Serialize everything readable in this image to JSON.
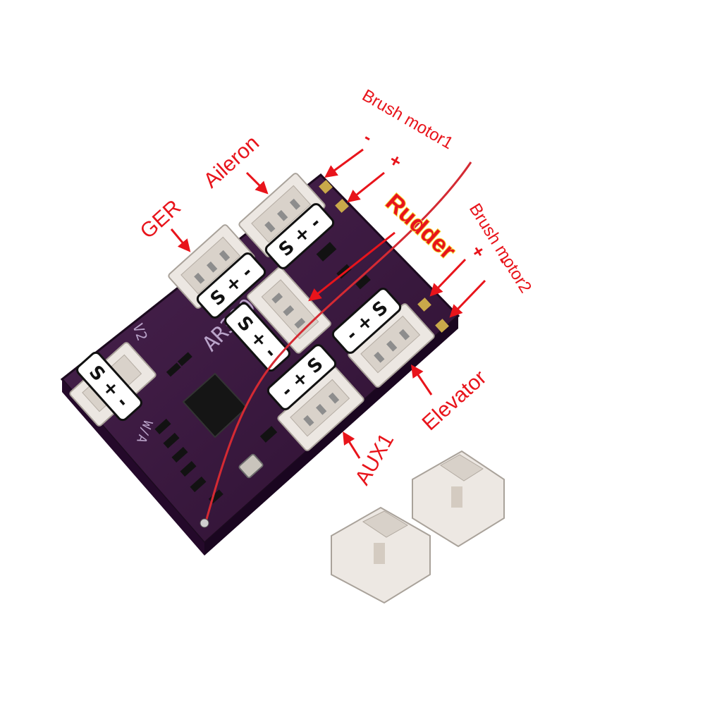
{
  "board": {
    "model_text": "AR320",
    "version_text": "V2",
    "bind_text": "W/A"
  },
  "labels": {
    "brush_motor1": "Brush motor1",
    "motor1_minus": "-",
    "motor1_plus": "+",
    "rudder": "Rudder",
    "brush_motor2": "Brush motor2",
    "motor2_plus": "+",
    "motor2_minus": "-",
    "aileron": "Aileron",
    "gear": "GER",
    "elevator": "Elevator",
    "aux1": "AUX1"
  },
  "pin_labels": {
    "aileron": "S + -",
    "gear": "S + -",
    "rudder": "S + -",
    "throttle": "S + -",
    "elevator": "- + S",
    "aux1": "- + S"
  },
  "colors": {
    "label_red": "#e8141b",
    "pcb_purple": "#3b1a3e",
    "connector_white": "#ece7e2",
    "antenna_red": "#d42a33"
  }
}
